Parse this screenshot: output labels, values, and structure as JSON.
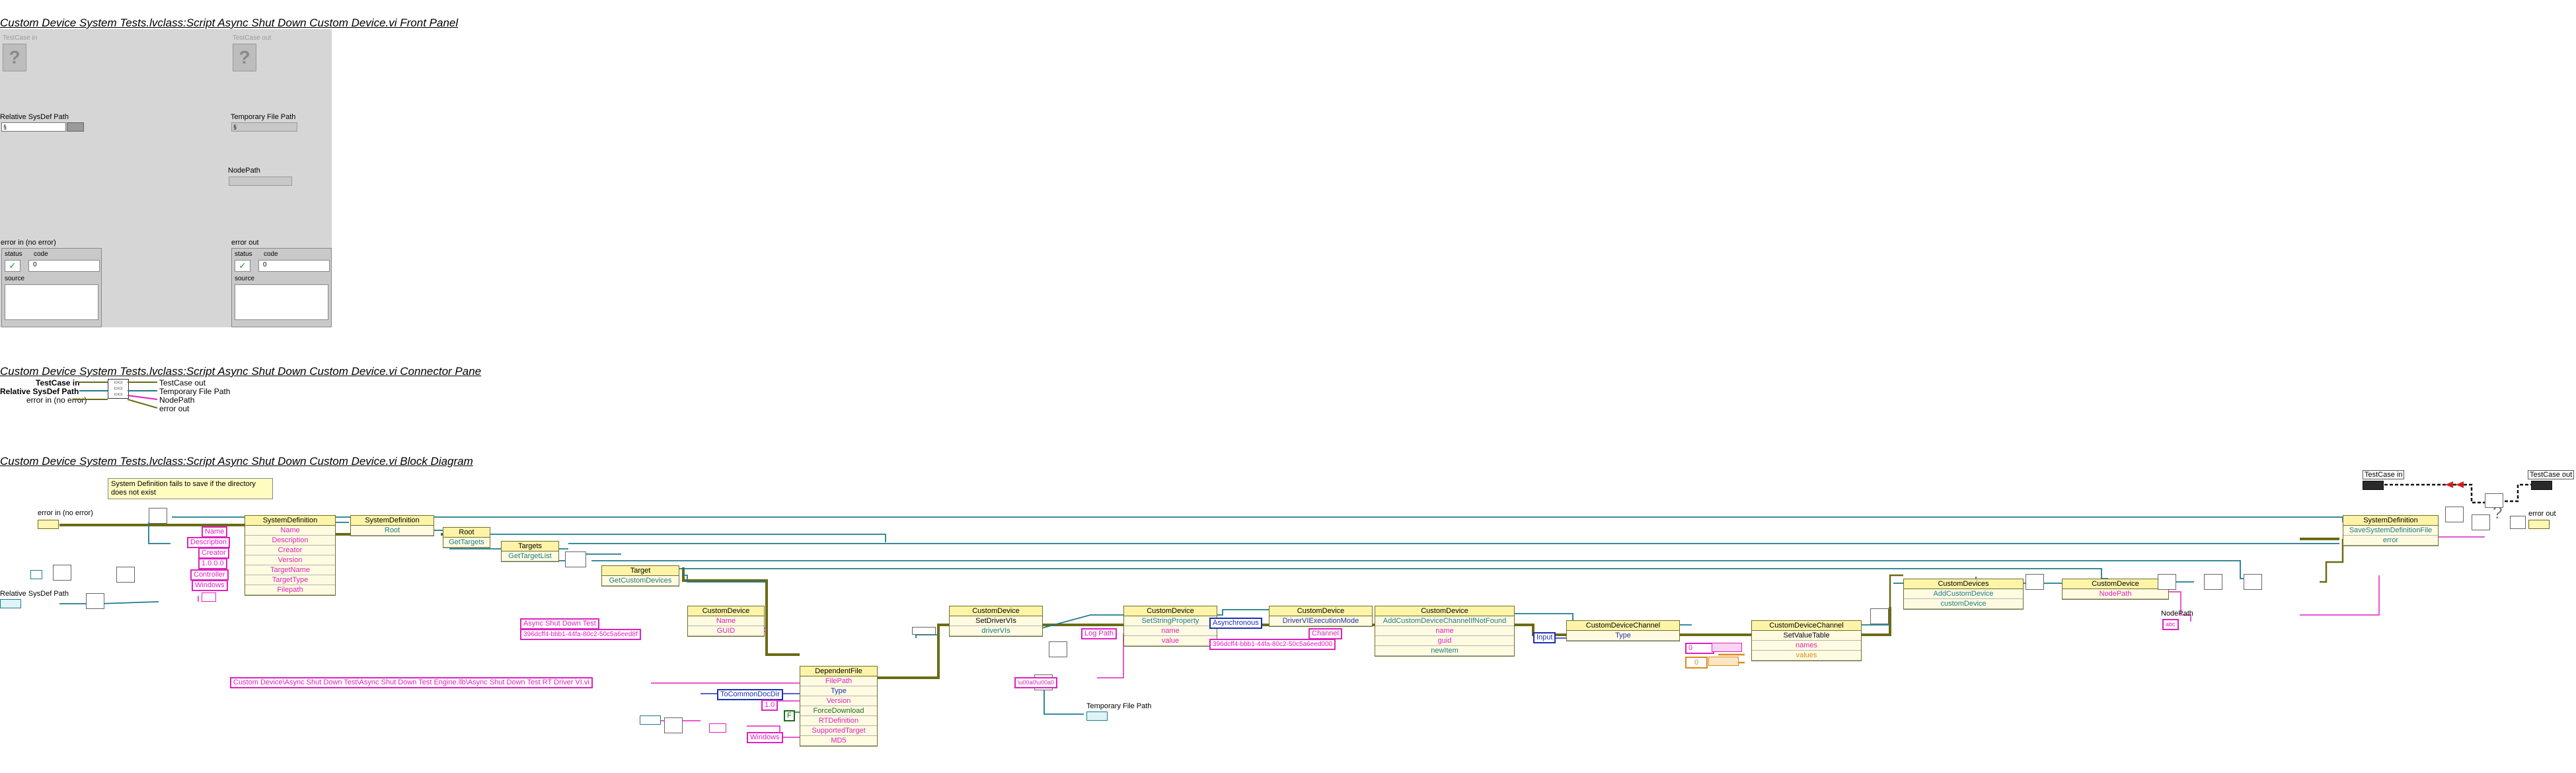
{
  "front_panel": {
    "title": "Custom Device System Tests.lvclass:Script Async Shut Down Custom Device.vi Front Panel",
    "testcase_in_label": "TestCase in",
    "testcase_out_label": "TestCase out",
    "relative_sysdef_path_label": "Relative SysDef Path",
    "relative_sysdef_path_value": "§",
    "temporary_file_path_label": "Temporary File Path",
    "temporary_file_path_value": "§",
    "nodepath_label": "NodePath",
    "error_in_label": "error in (no error)",
    "error_out_label": "error out",
    "status_label": "status",
    "code_label": "code",
    "code_value": "0",
    "source_label": "source"
  },
  "connector_pane": {
    "title": "Custom Device System Tests.lvclass:Script Async Shut Down Custom Device.vi Connector Pane",
    "left_terms": [
      "TestCase in",
      "Relative SysDef Path",
      "error in (no error)"
    ],
    "right_terms": [
      "TestCase out",
      "Temporary File Path",
      "NodePath",
      "error out"
    ]
  },
  "block_diagram": {
    "title": "Custom Device System Tests.lvclass:Script Async Shut Down Custom Device.vi Block Diagram",
    "comment": "System Definition fails to save if the directory does not exist",
    "error_in_label": "error in (no error)",
    "relative_sysdef_label": "Relative SysDef Path",
    "temporary_file_label": "Temporary File Path",
    "nodepath_label": "NodePath",
    "testcase_in_label": "TestCase in",
    "testcase_out_label": "TestCase out",
    "error_out_label": "error out",
    "sysdef_node": {
      "header": "SystemDefinition",
      "rows": [
        "Name",
        "Description",
        "Creator",
        "Version",
        "TargetName",
        "TargetType",
        "Filepath"
      ]
    },
    "sysdef_consts": [
      "Name",
      "Description",
      "Creator",
      "1.0.0.0",
      "Controller",
      "Windows"
    ],
    "root_node": {
      "header": "SystemDefinition",
      "rows": [
        "Root"
      ]
    },
    "root_targets": {
      "header": "Root",
      "rows": [
        "GetTargets"
      ]
    },
    "targets_node": {
      "header": "Targets",
      "rows": [
        "GetTargetList"
      ]
    },
    "target_node": {
      "header": "Target",
      "rows": [
        "GetCustomDevices"
      ]
    },
    "customdevice1": {
      "header": "CustomDevice",
      "rows": [
        "Name",
        "GUID"
      ]
    },
    "cd1_consts": [
      "Async Shut Down Test",
      "396dcff4-bbb1-44fa-80c2-50c5a6eed8f"
    ],
    "dependent_file": {
      "header": "DependentFile",
      "rows": [
        "FilePath",
        "Type",
        "Version",
        "ForceDownload",
        "RTDefinition",
        "SupportedTarget",
        "MD5"
      ]
    },
    "df_path_const": "Custom Device\\Async Shut Down Test\\Async Shut Down Test Engine.llb\\Async Shut Down Test RT Driver VI.vi",
    "df_consts": [
      "ToCommonDocDir",
      "1.0",
      "F",
      "",
      "Windows"
    ],
    "customdevice2": {
      "header": "CustomDevice",
      "rows": [
        "SetDriverVIs",
        "driverVIs"
      ]
    },
    "customdevice3": {
      "header": "CustomDevice",
      "rows": [
        "SetStringProperty",
        "name",
        "value"
      ]
    },
    "log_path_const": "Log Path",
    "customdevice4": {
      "header": "CustomDevice",
      "rows": [
        "DriverVIExecutionMode"
      ]
    },
    "async_const": "Asynchronous",
    "customdevice5": {
      "header": "CustomDevice",
      "rows": [
        "AddCustomDeviceChannelIfNotFound",
        "name",
        "guid",
        "newItem"
      ]
    },
    "cd5_consts": [
      "Channel",
      "396dcff4-bbb1-44fa-80c2-50c5a6eed000"
    ],
    "channel1": {
      "header": "CustomDeviceChannel",
      "rows": [
        "Type"
      ]
    },
    "input_const": "Input",
    "channel2": {
      "header": "CustomDeviceChannel",
      "rows": [
        "SetValueTable",
        "names",
        "values"
      ]
    },
    "value_consts": [
      "0",
      "0"
    ],
    "customdevices_node": {
      "header": "CustomDevices",
      "rows": [
        "AddCustomDevice",
        "customDevice"
      ]
    },
    "customdevice6": {
      "header": "CustomDevice",
      "rows": [
        "NodePath"
      ]
    },
    "save_node": {
      "header": "SystemDefinition",
      "rows": [
        "SaveSystemDefinitionFile",
        "error"
      ]
    },
    "abc_const": "abc"
  },
  "colors": {
    "panel_gray": "#d6d6d6",
    "node_yellow": "#fffbe1",
    "string_pink": "#e020c0",
    "refnum_teal": "#1c7b8c",
    "enum_blue": "#1d2fb7",
    "error_wire": "#6b6b14",
    "bool_green": "#1b6b1b",
    "numeric_orange": "#d98b1a"
  }
}
